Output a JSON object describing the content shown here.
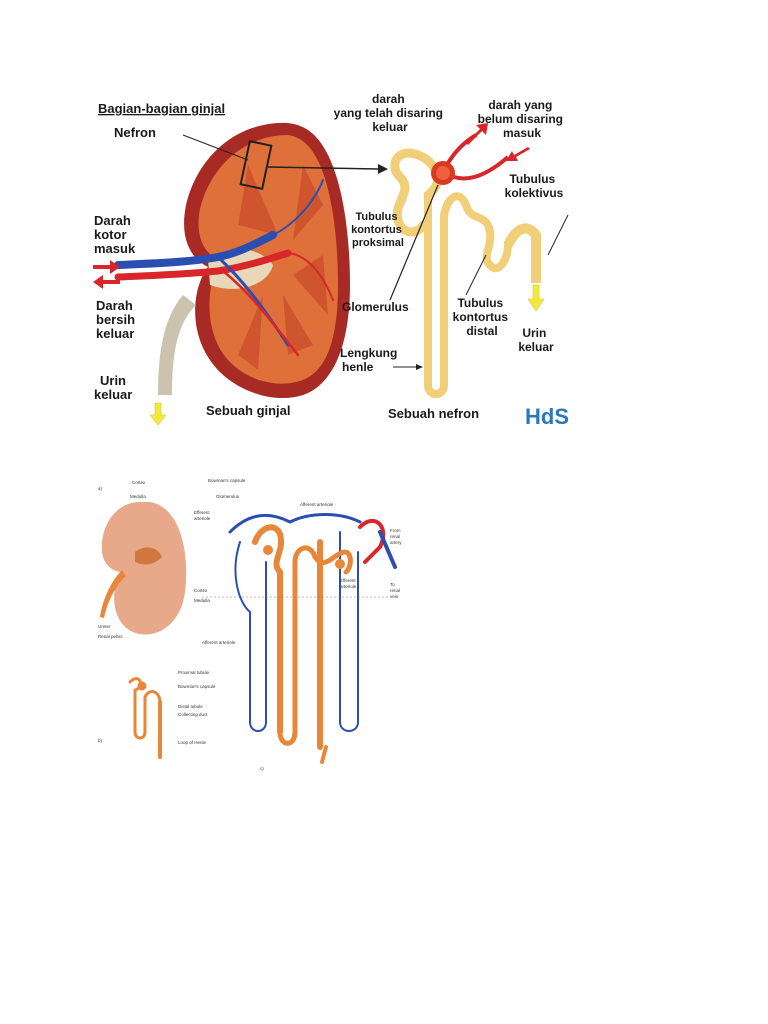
{
  "figure1": {
    "title": "Bagian-bagian ginjal",
    "labels": {
      "nefron": "Nefron",
      "darah_kotor": [
        "Darah",
        "kotor",
        "masuk"
      ],
      "darah_bersih": [
        "Darah",
        "bersih",
        "keluar"
      ],
      "urin_kiri": [
        "Urin",
        "keluar"
      ],
      "sebuah_ginjal": "Sebuah ginjal",
      "darah_disaring": [
        "darah",
        "yang telah disaring",
        "keluar"
      ],
      "darah_belum": [
        "darah yang",
        "belum disaring",
        "masuk"
      ],
      "tubulus_kolektivus": [
        "Tubulus",
        "kolektivus"
      ],
      "tubulus_proksimal": [
        "Tubulus",
        "kontortus",
        "proksimal"
      ],
      "glomerulus": "Glomerulus",
      "tubulus_distal": [
        "Tubulus",
        "kontortus",
        "distal"
      ],
      "urin_kanan": [
        "Urin",
        "keluar"
      ],
      "lengkung_henle": [
        "Lengkung",
        "henle"
      ],
      "sebuah_nefron": "Sebuah nefron",
      "watermark": "HdS"
    },
    "colors": {
      "kidney_outer": "#a82a24",
      "kidney_inner": "#e0703a",
      "artery": "#d8262a",
      "vein": "#2a4fb0",
      "tubule": "#f0cf78",
      "ureter": "#cbc3ae",
      "arrow_urine": "#f2ea3a",
      "watermark": "#2a7ab8"
    }
  },
  "figure2": {
    "panel_letters": [
      "a)",
      "b)",
      "c)"
    ],
    "labels": {
      "cortex": "Cortex",
      "medulla": "Medulla",
      "ureter": "Ureter",
      "renal_pelvis": "Renal pelvis",
      "bowmans_capsule_top": "Bowman's capsule",
      "glomerulus": "Glomerulus",
      "efferent_arteriole_left": [
        "Efferent",
        "arteriole"
      ],
      "afferent_arteriole_top": "Afferent arteriole",
      "from_renal_artery": [
        "From",
        "renal",
        "artery"
      ],
      "efferent_arteriole_right": [
        "Efferent",
        "arteriole"
      ],
      "to_renal_vein": [
        "To",
        "renal",
        "vein"
      ],
      "cortex_c": "Cortex",
      "medulla_c": "Medulla",
      "afferent_arteriole_bottom": "Afferent arteriole",
      "proximal_tubule": "Proximal tubule",
      "bowmans_capsule_b": "Bowman's capsule",
      "distal_tubule": "Distal tubule",
      "collecting_duct": "Collecting duct",
      "loop_of_henle": "Loop of Henle"
    },
    "colors": {
      "kidney": "#e8a88a",
      "tubule": "#e8873a",
      "artery": "#d8262a",
      "vein": "#2a4fb0"
    }
  }
}
